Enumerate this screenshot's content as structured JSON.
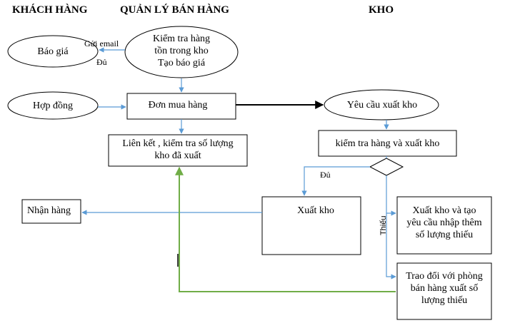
{
  "headers": {
    "customer": "KHÁCH HÀNG",
    "sales": "QUẢN LÝ BÁN HÀNG",
    "warehouse": "KHO"
  },
  "nodes": {
    "quote": "Báo giá",
    "check_stock": [
      "Kiểm tra hàng",
      "tồn trong kho",
      "Tạo báo giá"
    ],
    "contract": "Hợp đồng",
    "purchase_order": "Đơn mua hàng",
    "export_request": "Yêu cầu xuất kho",
    "check_and_export": "kiểm tra hàng và xuất kho",
    "link_check": [
      "Liên kết , kiểm tra số lượng",
      "kho đã xuất"
    ],
    "receive_goods": "Nhận hàng",
    "export_goods": "Xuất kho",
    "export_shortage": [
      "Xuất kho và tạo",
      "yêu cầu nhập thêm",
      "số lượng thiếu"
    ],
    "negotiate": [
      "Trao đổi với phòng",
      "bán hàng xuất số",
      "lượng thiếu"
    ]
  },
  "edge_labels": {
    "send_email": "Gửi email",
    "enough_top": "Đủ",
    "enough_diamond": "Đủ",
    "shortage": "Thiếu"
  },
  "colors": {
    "flow_arrow": "#5b9bd5",
    "feedback_arrow": "#70ad47",
    "main_arrow": "#000000"
  }
}
